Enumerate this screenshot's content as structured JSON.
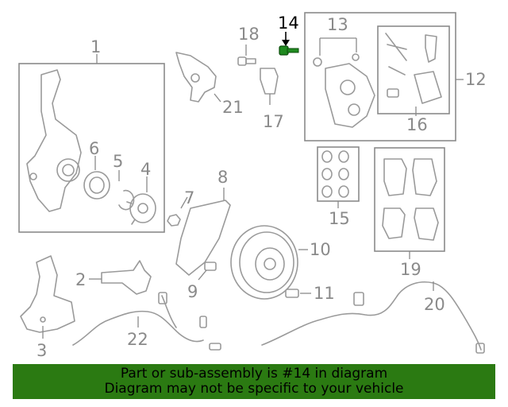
{
  "callouts": {
    "c1": "1",
    "c2": "2",
    "c3": "3",
    "c4": "4",
    "c5": "5",
    "c6": "6",
    "c7": "7",
    "c8": "8",
    "c9": "9",
    "c10": "10",
    "c11": "11",
    "c12": "12",
    "c13": "13",
    "c14": "14",
    "c15": "15",
    "c16": "16",
    "c17": "17",
    "c18": "18",
    "c19": "19",
    "c20": "20",
    "c21": "21",
    "c22": "22"
  },
  "highlighted_part": "14",
  "colors": {
    "highlight": "#1f8a1f",
    "banner": "#2b7a12",
    "line": "#9a9a9a"
  },
  "banner": {
    "line1": "Part or sub-assembly is #14 in diagram",
    "line2": "Diagram may not be specific to your vehicle"
  }
}
